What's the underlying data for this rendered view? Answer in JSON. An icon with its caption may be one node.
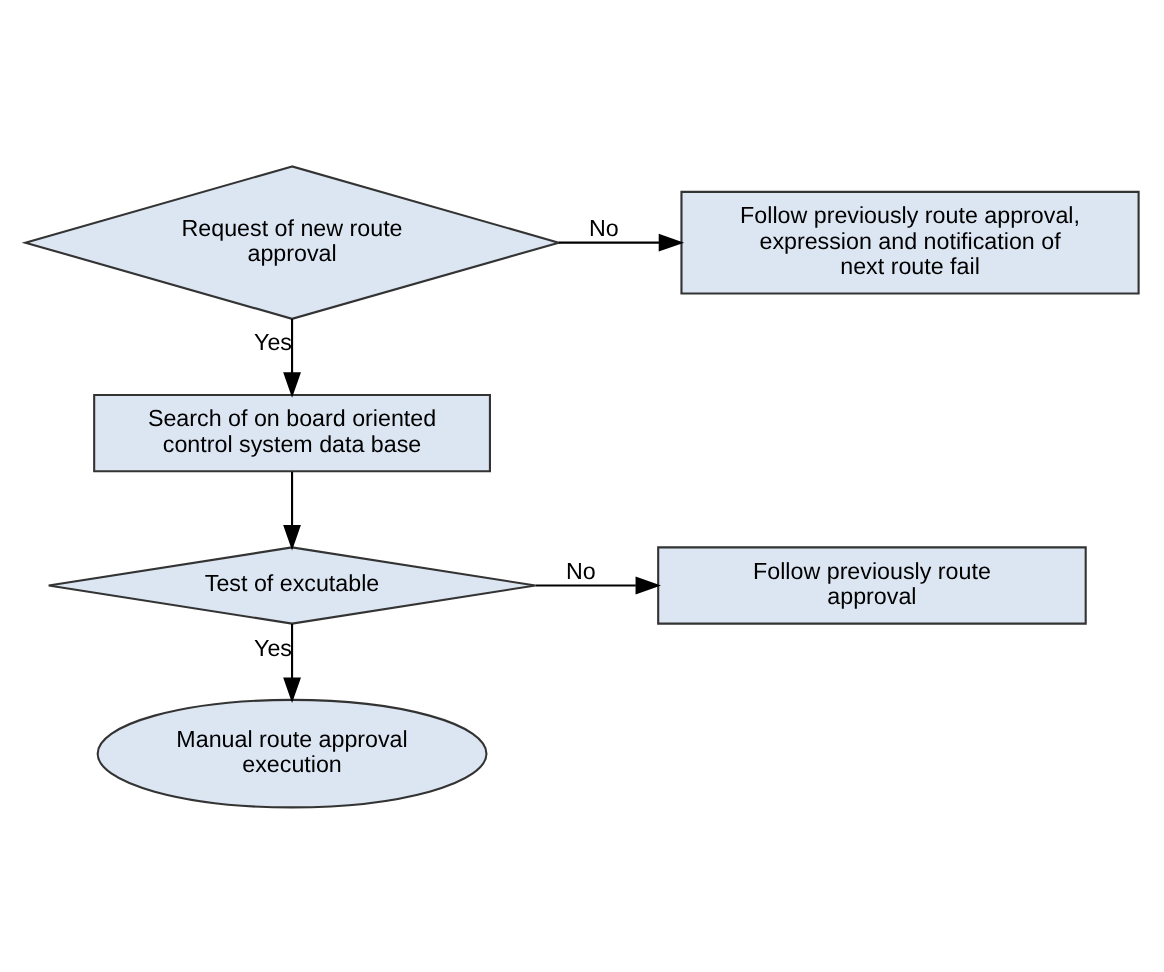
{
  "diagram": {
    "nodes": [
      {
        "text": [
          "Request of new route approval"
        ]
      },
      {
        "text": [
          "Follow previously route approval, expression and notification of next route fail"
        ]
      },
      {
        "text": [
          "Search of on board oriented control system data base"
        ]
      },
      {
        "text": [
          "Test of excutable"
        ]
      },
      {
        "text": [
          "Follow previously route approval"
        ]
      },
      {
        "text": [
          "Manual route approval execution"
        ]
      }
    ],
    "edges": [
      {
        "from": 0,
        "to": 1,
        "arrow": "to",
        "label": "No"
      },
      {
        "from": 0,
        "to": 2,
        "arrow": "to",
        "label": "Yes"
      },
      {
        "from": 2,
        "to": 3,
        "arrow": "to"
      },
      {
        "from": 3,
        "to": 4,
        "arrow": "to",
        "label": "No"
      },
      {
        "from": 3,
        "to": 5,
        "arrow": "to",
        "label": "Yes"
      }
    ]
  }
}
